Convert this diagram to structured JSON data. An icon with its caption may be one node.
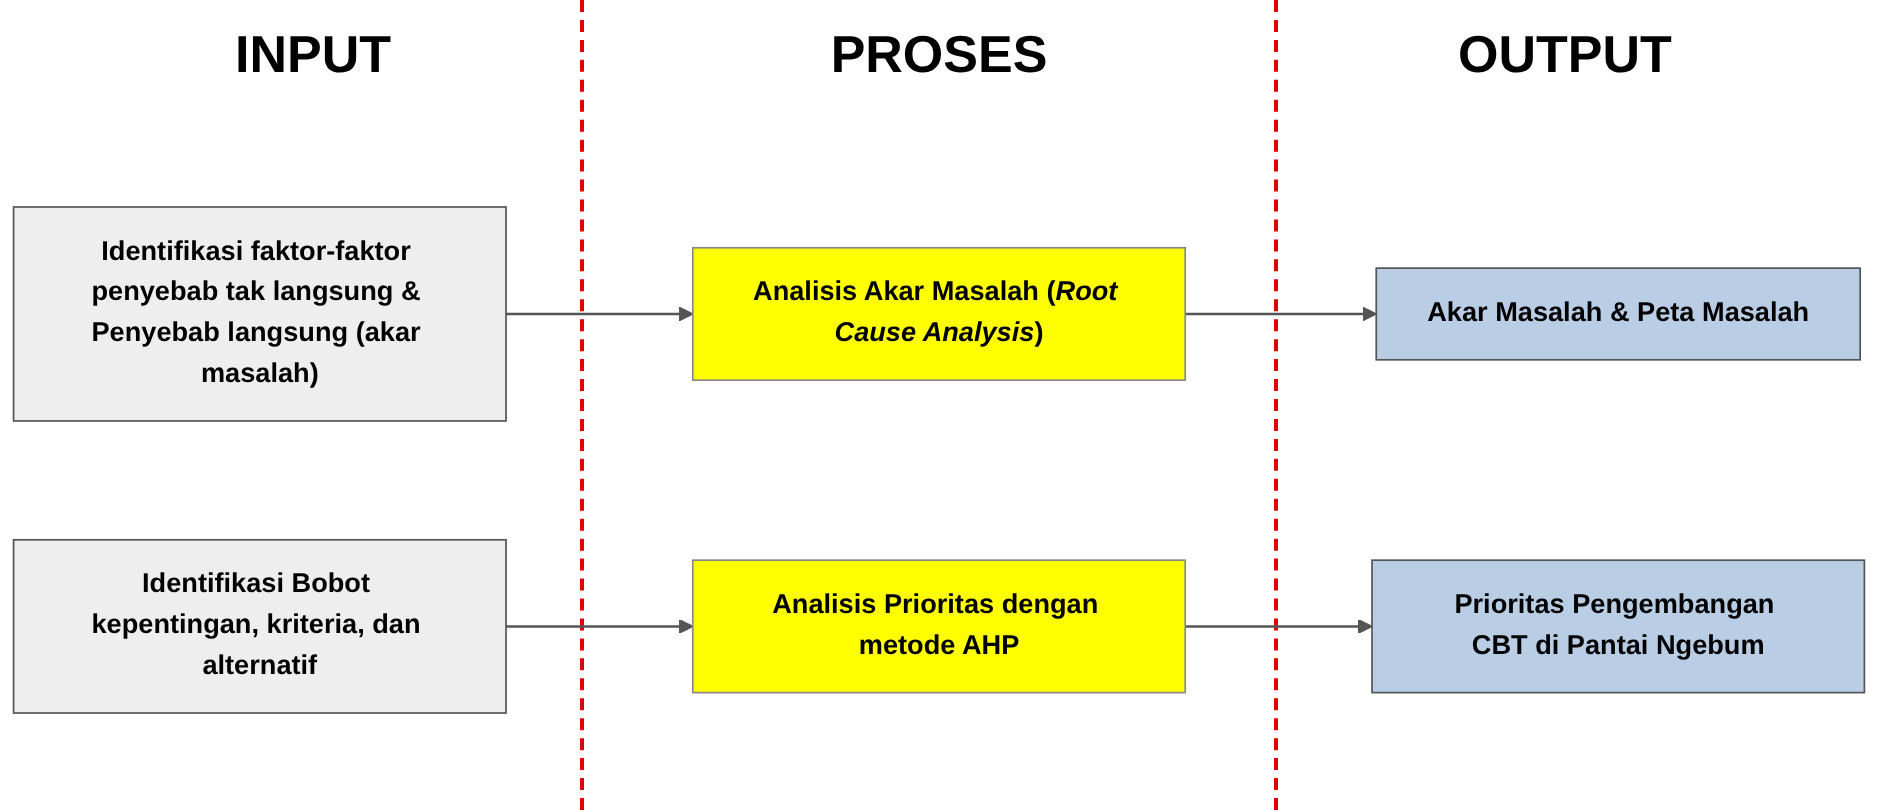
{
  "diagram": {
    "nodes": [
      {
        "text": [
          "Identifikasi faktor-faktor penyebab tak langsung & Penyebab langsung (akar masalah)"
        ]
      },
      {
        "text": [
          "Analisis Akar Masalah (*Root Cause Analysis*)"
        ]
      },
      {
        "text": [
          "Akar Masalah & Peta Masalah"
        ]
      },
      {
        "text": [
          "Identifikasi Bobot kepentingan, kriteria, dan alternatif"
        ]
      },
      {
        "text": [
          "Analisis Prioritas dengan metode AHP"
        ]
      },
      {
        "text": [
          "Prioritas Pengembangan CBT di Pantai Ngebum"
        ]
      }
    ],
    "edges": [
      {
        "from": 0,
        "to": 1,
        "arrow": "to"
      },
      {
        "from": 1,
        "to": 2,
        "arrow": "to"
      },
      {
        "from": 3,
        "to": 4,
        "arrow": "to"
      },
      {
        "from": 4,
        "to": 5,
        "arrow": "to"
      }
    ],
    "labels": [
      "INPUT",
      "PROSES",
      "OUTPUT"
    ]
  }
}
